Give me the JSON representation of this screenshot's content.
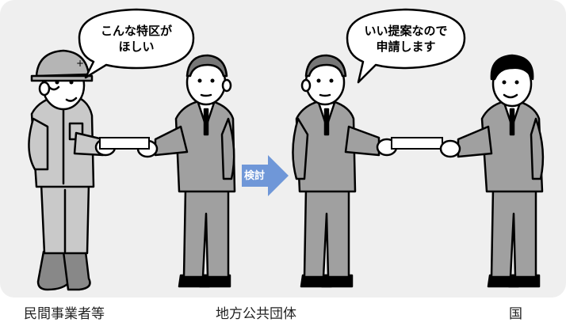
{
  "speech_bubbles": {
    "private_sector": {
      "line1": "こんな特区が",
      "line2": "ほしい"
    },
    "local_government": {
      "line1": "いい提案なので",
      "line2": "申請します"
    }
  },
  "process_arrow": {
    "label": "検討"
  },
  "captions": {
    "private_sector": "民間事業者等",
    "local_government": "地方公共団体",
    "national": "国"
  },
  "colors": {
    "background_panel": "#efefef",
    "suit": "#a0a0a0",
    "arrow": "#6f97d8",
    "outline": "#000000"
  }
}
